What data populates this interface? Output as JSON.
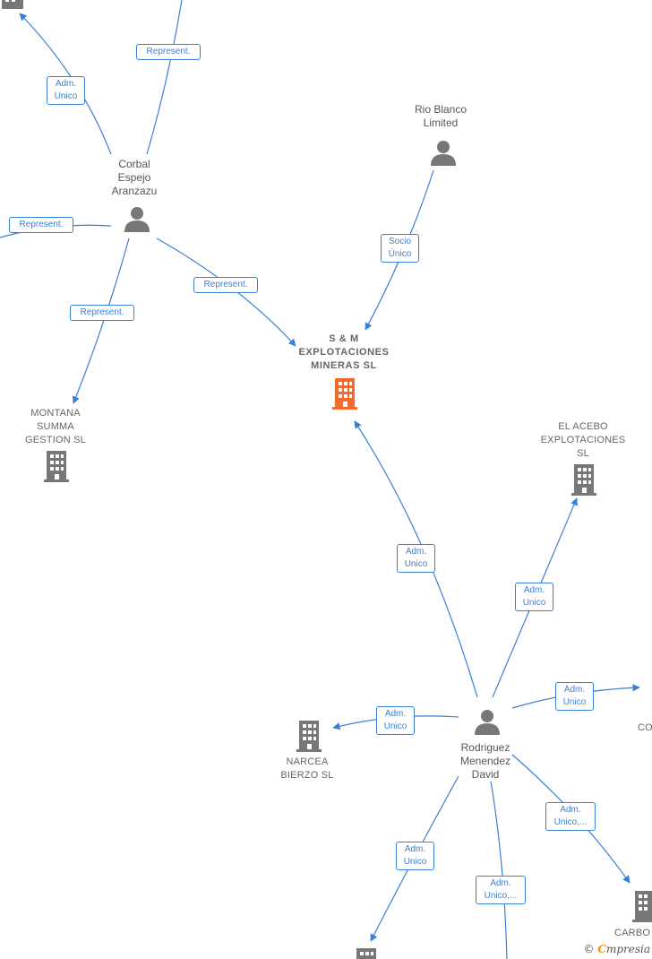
{
  "colors": {
    "edge": "#3b7fd4",
    "node": "#777777",
    "focus": "#f26b2c"
  },
  "nodes": {
    "corbal": {
      "label": "Corbal\nEspejo\nAranzazu",
      "type": "person"
    },
    "rio_blanco": {
      "label": "Rio Blanco\nLimited",
      "type": "person"
    },
    "sm": {
      "label": "S & M\nEXPLOTACIONES\nMINERAS SL",
      "type": "company-focus"
    },
    "montana": {
      "label": "MONTANA\nSUMMA\nGESTION SL",
      "type": "company"
    },
    "el_acebo": {
      "label": "EL ACEBO\nEXPLOTACIONES\nSL",
      "type": "company"
    },
    "narcea": {
      "label": "NARCEA\nBIERZO SL",
      "type": "company"
    },
    "rodriguez": {
      "label": "Rodriguez\nMenendez\nDavid",
      "type": "person"
    },
    "co_partial": {
      "label": "CO",
      "type": "company"
    },
    "carbo_partial": {
      "label": "CARBO",
      "type": "company"
    }
  },
  "edge_labels": {
    "top_represent": "Represent.",
    "top_adm_unico": "Adm.\nUnico",
    "left_represent": "Represent.",
    "corbal_sm": "Represent.",
    "corbal_montana": "Represent.",
    "rio_sm": "Socio\nÚnico",
    "rod_sm": "Adm.\nUnico",
    "rod_acebo": "Adm.\nUnico",
    "rod_right": "Adm.\nUnico",
    "rod_narcea": "Adm.\nUnico",
    "rod_carbo": "Adm.\nUnico,...",
    "rod_bottom": "Adm.\nUnico,...",
    "rod_bottom_left": "Adm.\nUnico"
  },
  "copyright": {
    "symbol": "©",
    "brand_initial": "C",
    "brand_rest": "mpresia"
  }
}
